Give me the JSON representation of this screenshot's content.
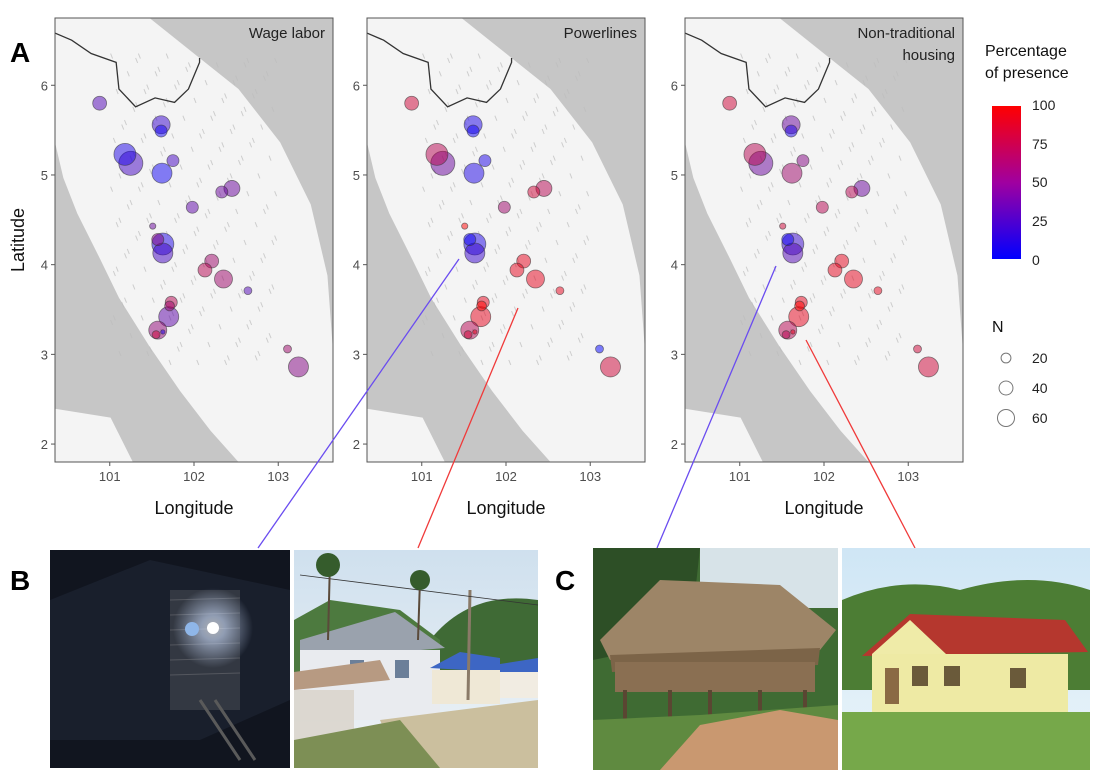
{
  "figure": {
    "panel_labels": {
      "a": "A",
      "b": "B",
      "c": "C"
    },
    "xlabel": "Longitude",
    "ylabel": "Latitude"
  },
  "chart_data": {
    "type": "scatter",
    "xlabel": "Longitude",
    "ylabel": "Latitude",
    "xlim": [
      100.35,
      103.65
    ],
    "ylim": [
      1.8,
      6.75
    ],
    "xticks": [
      101,
      102,
      103
    ],
    "yticks": [
      2,
      3,
      4,
      5,
      6
    ],
    "grid": false,
    "panels": [
      {
        "key": "wage",
        "title_lines": [
          "Wage labor"
        ]
      },
      {
        "key": "power",
        "title_lines": [
          "Powerlines"
        ]
      },
      {
        "key": "housing",
        "title_lines": [
          "Non-traditional",
          "housing"
        ]
      }
    ],
    "points": [
      {
        "lon": 100.88,
        "lat": 5.8,
        "n": 40,
        "wage": 30,
        "power": 80,
        "housing": 80
      },
      {
        "lon": 101.61,
        "lat": 5.56,
        "n": 67,
        "wage": 20,
        "power": 10,
        "housing": 40
      },
      {
        "lon": 101.61,
        "lat": 5.49,
        "n": 30,
        "wage": 5,
        "power": 5,
        "housing": 10
      },
      {
        "lon": 101.18,
        "lat": 5.23,
        "n": 100,
        "wage": 10,
        "power": 70,
        "housing": 70
      },
      {
        "lon": 101.25,
        "lat": 5.13,
        "n": 120,
        "wage": 25,
        "power": 40,
        "housing": 40
      },
      {
        "lon": 101.75,
        "lat": 5.16,
        "n": 30,
        "wage": 25,
        "power": 10,
        "housing": 50
      },
      {
        "lon": 101.62,
        "lat": 5.02,
        "n": 83,
        "wage": 5,
        "power": 10,
        "housing": 60
      },
      {
        "lon": 102.45,
        "lat": 4.85,
        "n": 53,
        "wage": 40,
        "power": 70,
        "housing": 40
      },
      {
        "lon": 102.33,
        "lat": 4.81,
        "n": 30,
        "wage": 40,
        "power": 80,
        "housing": 70
      },
      {
        "lon": 101.98,
        "lat": 4.64,
        "n": 30,
        "wage": 35,
        "power": 60,
        "housing": 70
      },
      {
        "lon": 101.51,
        "lat": 4.43,
        "n": 8,
        "wage": 40,
        "power": 100,
        "housing": 80
      },
      {
        "lon": 101.57,
        "lat": 4.28,
        "n": 30,
        "wage": 50,
        "power": 5,
        "housing": 5
      },
      {
        "lon": 101.63,
        "lat": 4.23,
        "n": 100,
        "wage": 10,
        "power": 10,
        "housing": 20
      },
      {
        "lon": 101.63,
        "lat": 4.13,
        "n": 83,
        "wage": 25,
        "power": 20,
        "housing": 30
      },
      {
        "lon": 102.21,
        "lat": 4.04,
        "n": 40,
        "wage": 60,
        "power": 90,
        "housing": 90
      },
      {
        "lon": 102.13,
        "lat": 3.94,
        "n": 40,
        "wage": 70,
        "power": 90,
        "housing": 90
      },
      {
        "lon": 102.35,
        "lat": 3.84,
        "n": 67,
        "wage": 60,
        "power": 90,
        "housing": 90
      },
      {
        "lon": 102.64,
        "lat": 3.71,
        "n": 13,
        "wage": 30,
        "power": 90,
        "housing": 90
      },
      {
        "lon": 101.73,
        "lat": 3.58,
        "n": 30,
        "wage": 70,
        "power": 90,
        "housing": 90
      },
      {
        "lon": 101.71,
        "lat": 3.54,
        "n": 20,
        "wage": 60,
        "power": 100,
        "housing": 100
      },
      {
        "lon": 101.7,
        "lat": 3.42,
        "n": 83,
        "wage": 35,
        "power": 90,
        "housing": 90
      },
      {
        "lon": 101.57,
        "lat": 3.27,
        "n": 67,
        "wage": 55,
        "power": 70,
        "housing": 70
      },
      {
        "lon": 101.55,
        "lat": 3.22,
        "n": 13,
        "wage": 80,
        "power": 80,
        "housing": 70
      },
      {
        "lon": 101.63,
        "lat": 3.25,
        "n": 4,
        "wage": 10,
        "power": 90,
        "housing": 90
      },
      {
        "lon": 103.11,
        "lat": 3.06,
        "n": 13,
        "wage": 60,
        "power": 0,
        "housing": 80
      },
      {
        "lon": 103.24,
        "lat": 2.86,
        "n": 83,
        "wage": 50,
        "power": 80,
        "housing": 80
      }
    ],
    "color_legend": {
      "title_lines": [
        "Percentage",
        "of presence"
      ],
      "ticks": [
        "100",
        "75",
        "50",
        "25",
        "0"
      ],
      "low_color": "#0000ff",
      "high_color": "#ff0000"
    },
    "size_legend": {
      "title": "N",
      "values": [
        20,
        40,
        60
      ],
      "labels": [
        "20",
        "40",
        "60"
      ]
    }
  },
  "colors": {
    "sea": "#c6c6c6",
    "land": "#f4f4f4",
    "connector_blue": "#6a4cf0",
    "connector_red": "#f03a3a"
  }
}
